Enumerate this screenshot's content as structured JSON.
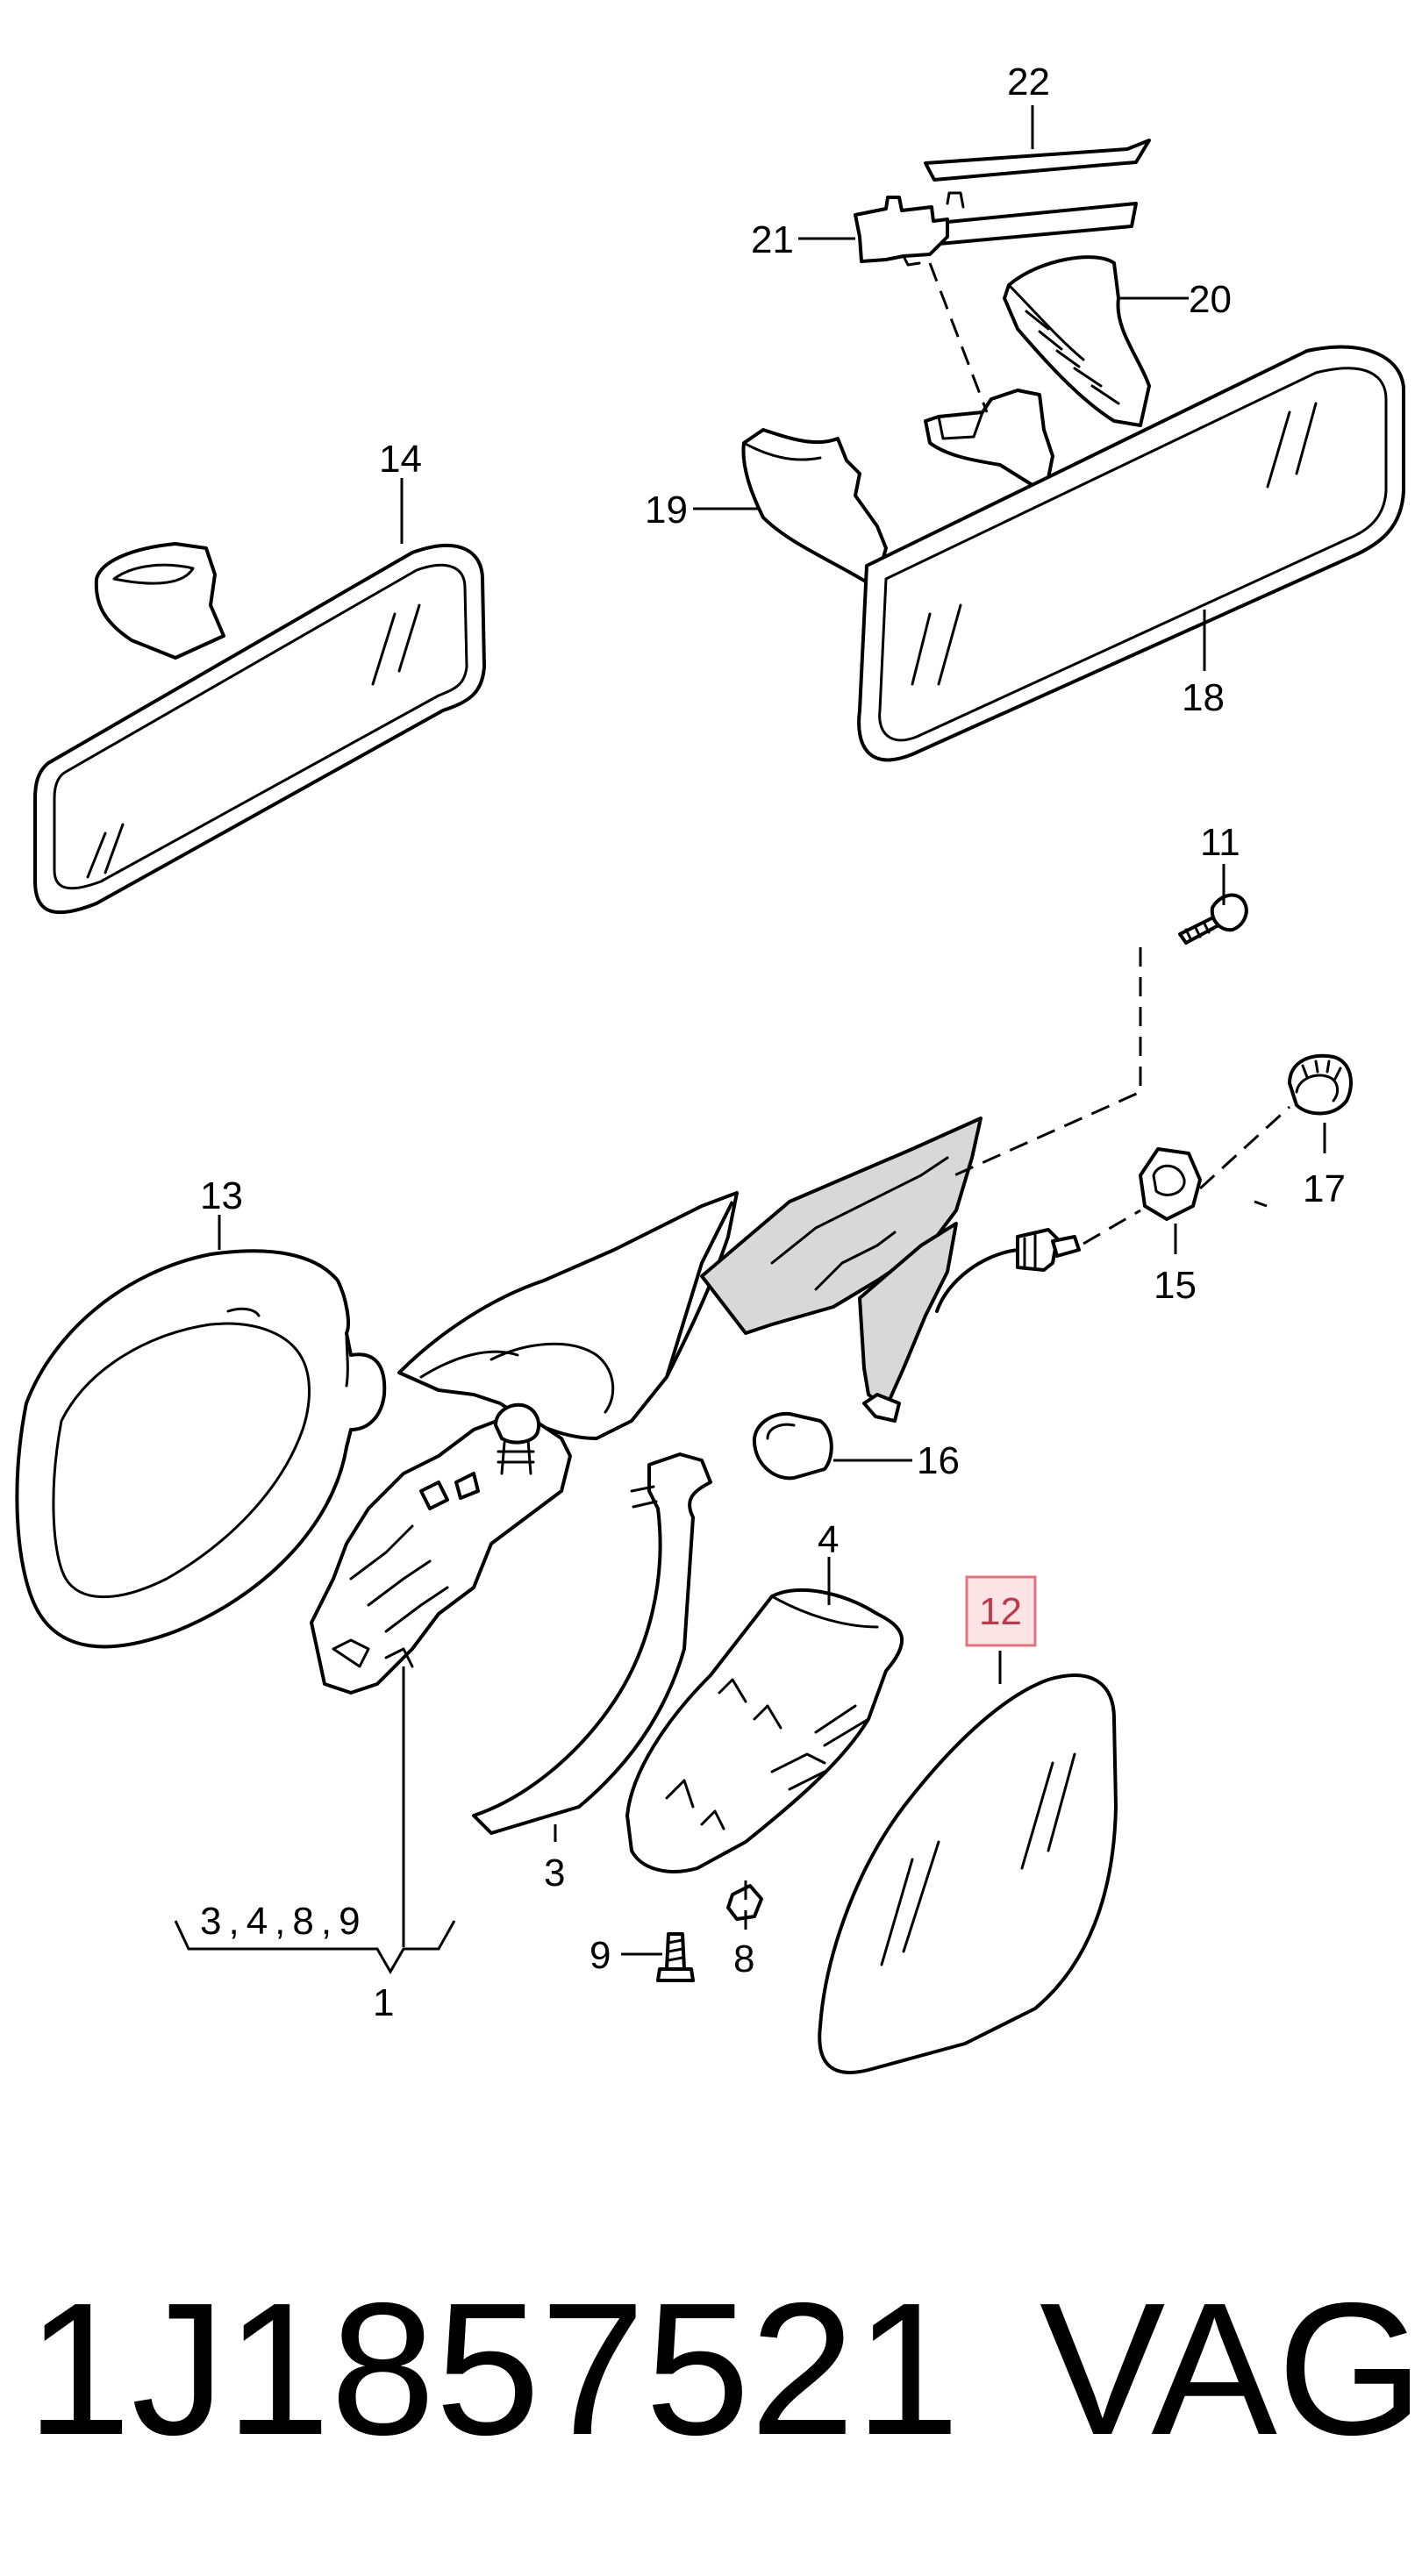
{
  "callouts": {
    "c22": "22",
    "c21": "21",
    "c20": "20",
    "c14": "14",
    "c19": "19",
    "c18": "18",
    "c11": "11",
    "c13": "13",
    "c17": "17",
    "c15": "15",
    "c16": "16",
    "c4": "4",
    "c12": "12",
    "c3": "3",
    "c9": "9",
    "c8": "8",
    "c1": "1",
    "group_1_contents": "3,4,8,9"
  },
  "highlight": {
    "callout": "12",
    "color": "#e0747f"
  },
  "footer": {
    "part_number": "1J1857521",
    "brand": "VAG"
  }
}
